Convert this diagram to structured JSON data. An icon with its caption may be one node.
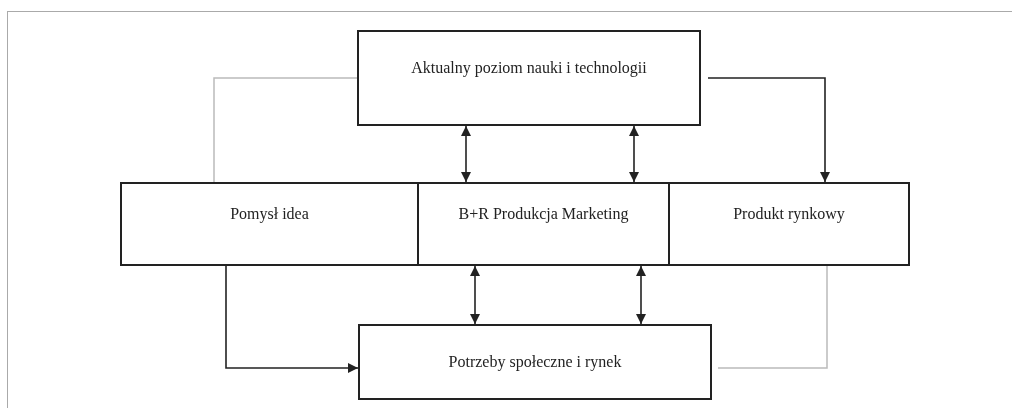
{
  "diagram": {
    "nodes": [
      {
        "text": [
          "Aktualny poziom nauki i technologii"
        ]
      },
      {
        "text": [
          "Pomysł idea"
        ]
      },
      {
        "text": [
          "B+R Produkcja Marketing"
        ]
      },
      {
        "text": [
          "Produkt rynkowy"
        ]
      },
      {
        "text": [
          "Potrzeby społeczne i rynek"
        ]
      }
    ],
    "edges": [
      {
        "from": 0,
        "to": 1,
        "arrow": "none",
        "color": "#bbbbbb"
      },
      {
        "from": 0,
        "to": 3,
        "arrow": "to"
      },
      {
        "from": 0,
        "to": 2,
        "arrow": "both"
      },
      {
        "from": 0,
        "to": 2,
        "arrow": "both"
      },
      {
        "from": 2,
        "to": 4,
        "arrow": "both"
      },
      {
        "from": 2,
        "to": 4,
        "arrow": "both"
      },
      {
        "from": 1,
        "to": 4,
        "arrow": "to"
      },
      {
        "from": 3,
        "to": 4,
        "arrow": "none",
        "color": "#bbbbbb"
      }
    ]
  }
}
